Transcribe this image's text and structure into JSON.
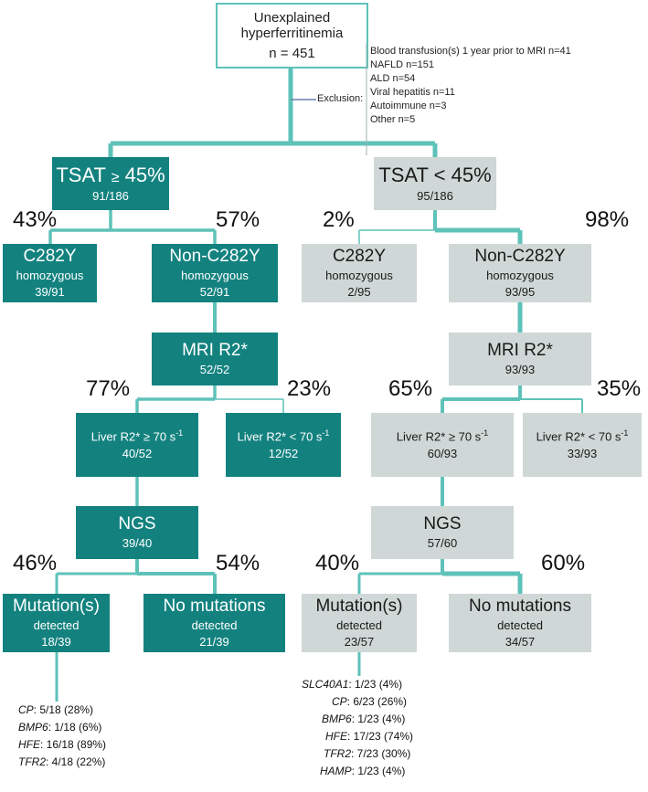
{
  "top": {
    "line1": "Unexplained",
    "line2": "hyperferritinemia",
    "count": "n = 451"
  },
  "exclusion": {
    "label": "Exclusion:",
    "items": [
      "Blood transfusion(s) 1 year prior to MRI n=41",
      "NAFLD n=151",
      "ALD n=54",
      "Viral hepatitis n=11",
      "Autoimmune n=3",
      "Other n=5"
    ]
  },
  "left": {
    "tsat": {
      "label": "TSAT",
      "sym": "≥",
      "value": "45%",
      "count": "91/186"
    },
    "pct_c282y": "43%",
    "pct_non": "57%",
    "c282y": {
      "title": "C282Y",
      "sub": "homozygous",
      "count": "39/91"
    },
    "non": {
      "title": "Non-C282Y",
      "sub": "homozygous",
      "count": "52/91"
    },
    "mri": {
      "label": "MRI R2*",
      "count": "52/52"
    },
    "pct_ge": "77%",
    "pct_lt": "23%",
    "liver_ge": {
      "label": "Liver R2* ≥ 70 s",
      "exp": "-1",
      "count": "40/52"
    },
    "liver_lt": {
      "label": "Liver R2* < 70 s",
      "exp": "-1",
      "count": "12/52"
    },
    "ngs": {
      "label": "NGS",
      "count": "39/40"
    },
    "pct_mut": "46%",
    "pct_nomut": "54%",
    "mut": {
      "title": "Mutation(s)",
      "sub": "detected",
      "count": "18/39"
    },
    "nomut": {
      "title": "No mutations",
      "sub": "detected",
      "count": "21/39"
    },
    "genes": [
      {
        "gene": "CP",
        "val": ": 5/18 (28%)"
      },
      {
        "gene": "BMP6",
        "val": ": 1/18 (6%)"
      },
      {
        "gene": "HFE",
        "val": ": 16/18 (89%)"
      },
      {
        "gene": "TFR2",
        "val": ": 4/18 (22%)"
      }
    ]
  },
  "right": {
    "tsat": {
      "label": "TSAT",
      "sym": "<",
      "value": "45%",
      "count": "95/186"
    },
    "pct_c282y": "2%",
    "pct_non": "98%",
    "c282y": {
      "title": "C282Y",
      "sub": "homozygous",
      "count": "2/95"
    },
    "non": {
      "title": "Non-C282Y",
      "sub": "homozygous",
      "count": "93/95"
    },
    "mri": {
      "label": "MRI R2*",
      "count": "93/93"
    },
    "pct_ge": "65%",
    "pct_lt": "35%",
    "liver_ge": {
      "label": "Liver R2* ≥ 70 s",
      "exp": "-1",
      "count": "60/93"
    },
    "liver_lt": {
      "label": "Liver R2* < 70 s",
      "exp": "-1",
      "count": "33/93"
    },
    "ngs": {
      "label": "NGS",
      "count": "57/60"
    },
    "pct_mut": "40%",
    "pct_nomut": "60%",
    "mut": {
      "title": "Mutation(s)",
      "sub": "detected",
      "count": "23/57"
    },
    "nomut": {
      "title": "No mutations",
      "sub": "detected",
      "count": "34/57"
    },
    "genes": [
      {
        "gene": "SLC40A1",
        "val": ": 1/23 (4%)"
      },
      {
        "gene": "CP",
        "val": ": 6/23 (26%)"
      },
      {
        "gene": "BMP6",
        "val": ": 1/23 (4%)"
      },
      {
        "gene": "HFE",
        "val": ": 17/23 (74%)"
      },
      {
        "gene": "TFR2",
        "val": ": 7/23 (30%)"
      },
      {
        "gene": "HAMP",
        "val": ": 1/23 (4%)"
      }
    ]
  },
  "colors": {
    "teal": "#13827f",
    "grey": "#cfd8d6",
    "line": "#5ec2b9",
    "outline": "#5ec2b9"
  }
}
